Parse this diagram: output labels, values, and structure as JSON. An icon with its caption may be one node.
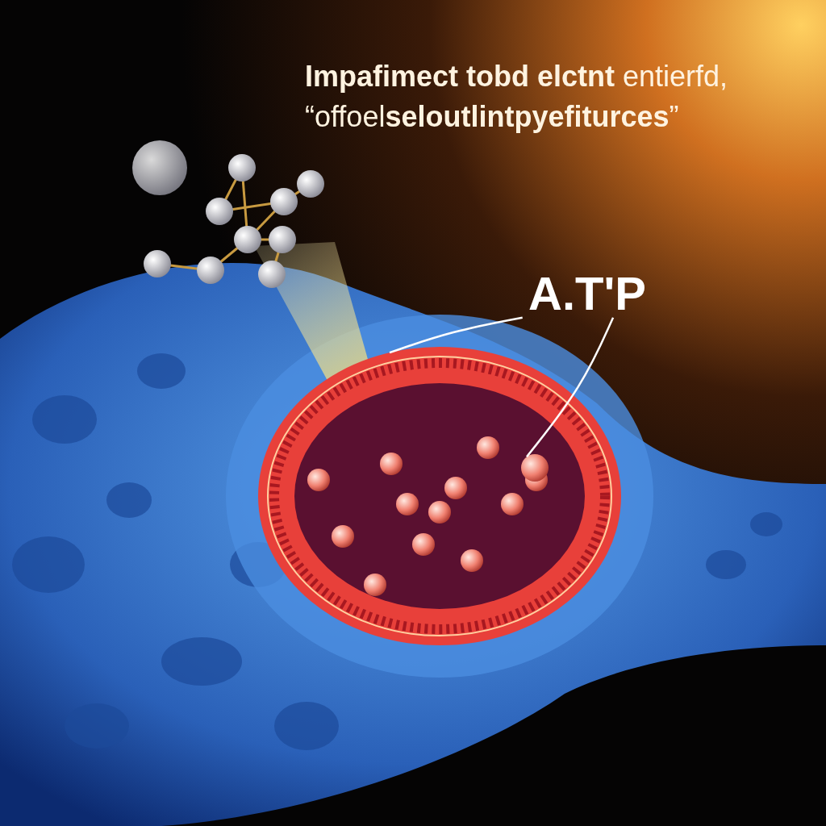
{
  "diagram": {
    "title": "**Impafimect tobd elctnt** entierfd, “offoel**seloutlintpyefiturces**”",
    "nodes": [
      {
        "text": [
          "A.T'P"
        ]
      },
      {
        "text": [],
        "shape": "circle"
      },
      {
        "text": [],
        "shape": "circle",
        "in": 1
      }
    ],
    "edges": [
      {
        "from": 0,
        "to": 1,
        "arrow": "none"
      },
      {
        "from": 0,
        "to": 2,
        "arrow": "none"
      }
    ]
  }
}
